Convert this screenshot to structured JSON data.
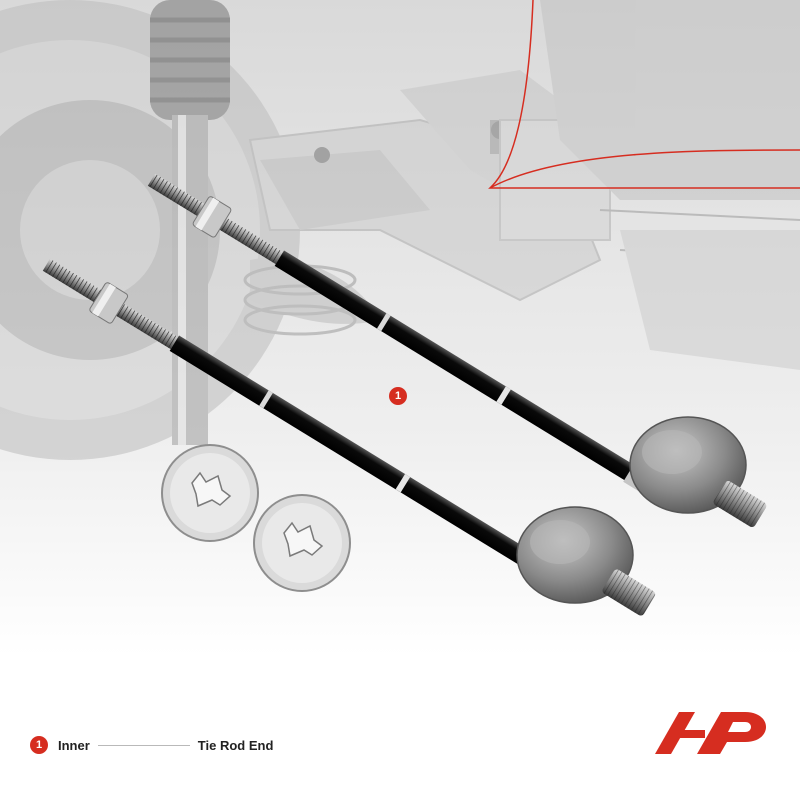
{
  "callout": {
    "number": "1"
  },
  "legend": {
    "number": "1",
    "item": "Inner",
    "part": "Tie Rod End"
  },
  "brand": {
    "logo": "A-P"
  },
  "colors": {
    "accent": "#d62d20",
    "rod": "#0a0a0a",
    "metal": "#8e8e8e"
  },
  "icons": {
    "wheel": "wheel-icon",
    "shock": "shock-absorber-icon",
    "washer": "lock-washer-icon"
  }
}
